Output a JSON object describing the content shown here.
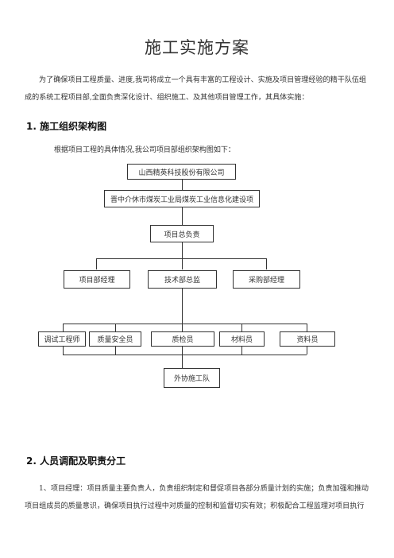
{
  "title": "施工实施方案",
  "intro_paragraph": "为了确保项目工程质量、进度,我司将成立一个具有丰富的工程设计、实施及项目管理经验的精干队伍组成的系统工程项目部,全面负责深化设计、组织施工、及其他项目管理工作，其具体实施：",
  "section1": {
    "heading": "1. 施工组织架构图",
    "intro": "根据项目工程的具体情况,我公司项目部组织架构图如下："
  },
  "org_chart": {
    "company": "山西精英科技股份有限公司",
    "project": "晋中介休市煤炭工业局煤炭工业信息化建设项",
    "general_manager": "项目总负责",
    "managers": [
      "项目部经理",
      "技术部总监",
      "采购部经理"
    ],
    "staff": [
      "调试工程师",
      "质量安全员",
      "质检员",
      "材料员",
      "资料员"
    ],
    "team": "外协施工队"
  },
  "section2": {
    "heading": "2. 人员调配及职责分工",
    "paragraph": "1、项目经理：项目质量主要负责人，负责组织制定和督促项目各部分质量计划的实施；负责加强和推动项目组成员的质量意识，确保项目执行过程中对质量的控制和监督切实有效；积极配合工程监理对项目执行"
  }
}
